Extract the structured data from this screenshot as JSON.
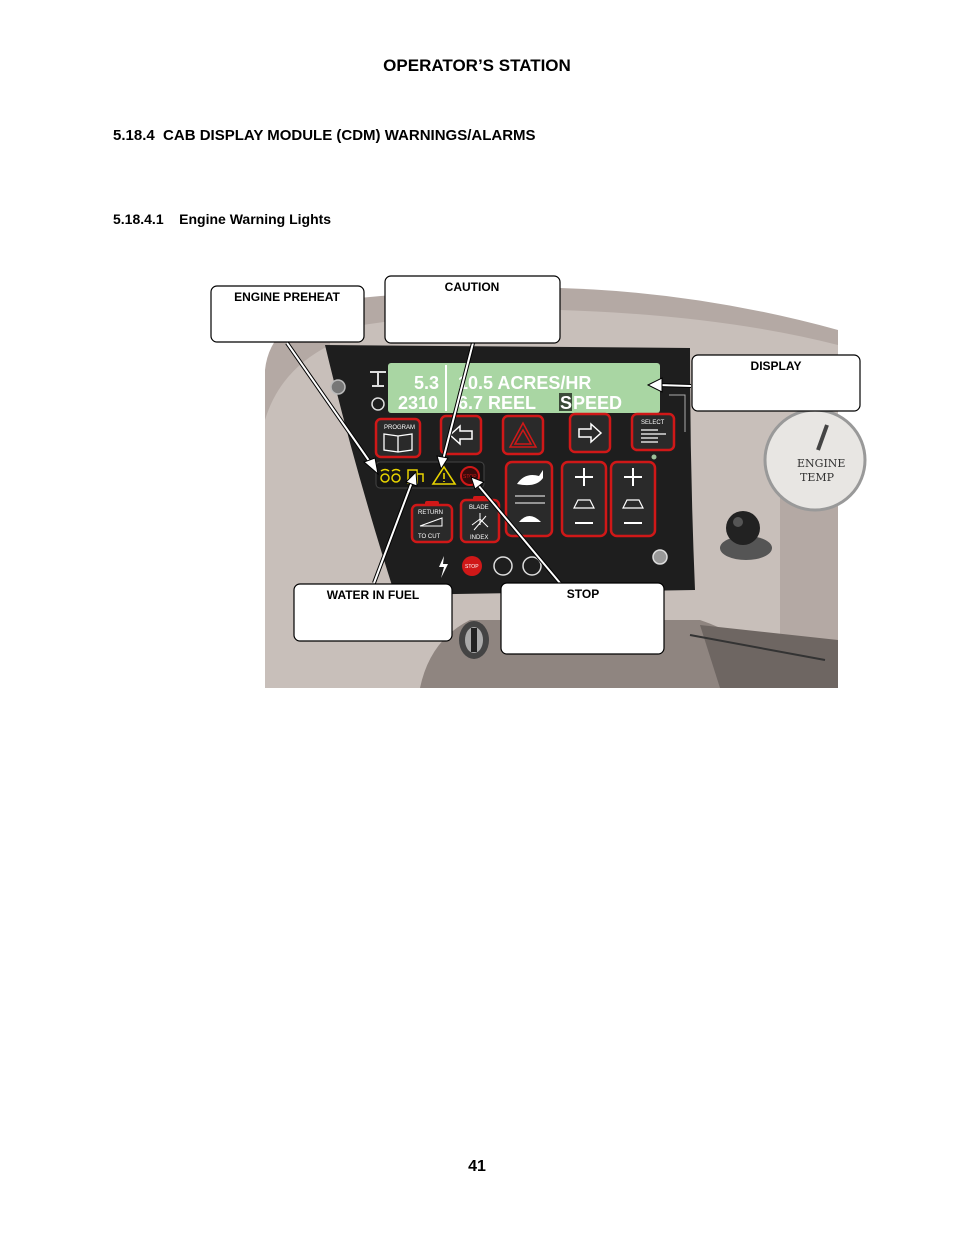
{
  "header": {
    "title": "OPERATOR’S STATION"
  },
  "section": {
    "number": "5.18.4",
    "title": "CAB DISPLAY MODULE (CDM) WARNINGS/ALARMS",
    "full": "5.18.4  CAB DISPLAY MODULE (CDM) WARNINGS/ALARMS"
  },
  "subsection": {
    "number": "5.18.4.1",
    "title": "Engine Warning Lights",
    "full": "5.18.4.1    Engine Warning Lights"
  },
  "figure": {
    "callouts": {
      "engine_preheat": "ENGINE PREHEAT",
      "caution": "CAUTION",
      "display": "DISPLAY",
      "water_in_fuel": "WATER IN FUEL",
      "stop": "STOP"
    },
    "lcd": {
      "row1_left": "5.3",
      "row1_right": "10.5 ACRES/HR",
      "row2_left": "2310",
      "row2_mid": "6.7 REEL ",
      "row2_cursor": "S",
      "row2_end": "PEED"
    },
    "buttons": {
      "program": "PROGRAM",
      "select": "SELECT",
      "return_to_cut_1": "RETURN",
      "return_to_cut_2": "TO CUT",
      "blade_index_1": "BLADE",
      "blade_index_2": "INDEX",
      "stop_light": "STOP"
    },
    "gauge": {
      "line1": "ENGINE",
      "line2": "TEMP"
    },
    "colors": {
      "panel": "#1e1e1e",
      "lcd": "#a9d6a3",
      "button_border": "#d01818",
      "warning_yellow": "#e8d400",
      "housing": "#b4a9a4"
    }
  },
  "footer": {
    "page_number": "41"
  }
}
